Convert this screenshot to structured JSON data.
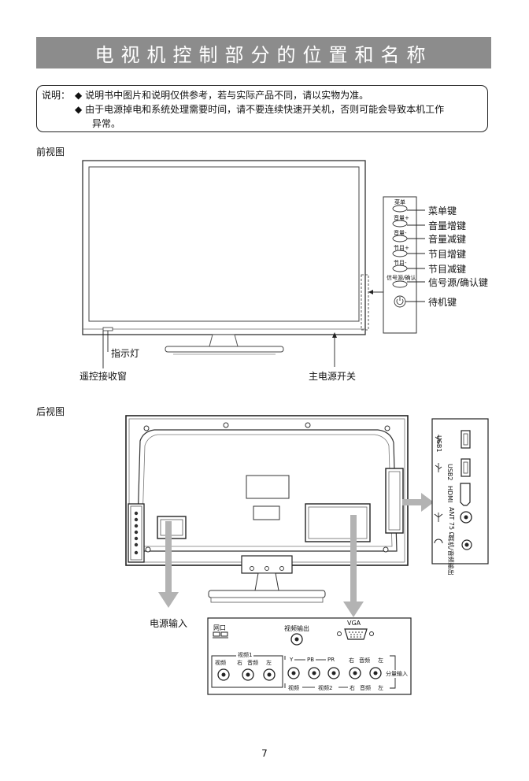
{
  "title": "电视机控制部分的位置和名称",
  "note": {
    "label": "说明：",
    "bullet": "◆",
    "item1": "说明书中图片和说明仅供参考，若与实际产品不同，请以实物为准。",
    "item2_line1": "由于电源掉电和系统处理需要时间，请不要连续快速开关机，否则可能会导致本机工作",
    "item2_line2": "异常。"
  },
  "front": {
    "heading": "前视图",
    "panel_small_labels": [
      "菜单",
      "音量+",
      "音量-",
      "节目+",
      "节目-",
      "信号源/确认"
    ],
    "buttons": [
      "菜单键",
      "音量增键",
      "音量减键",
      "节目增键",
      "节目减键",
      "信号源/确认键",
      "待机键"
    ],
    "indicator": "指示灯",
    "remote_window": "遥控接收窗",
    "main_power": "主电源开关"
  },
  "rear": {
    "heading": "后视图",
    "power_input": "电源输入",
    "side_ports": [
      "USB1",
      "USB2",
      "HDMI",
      "ANT 75 Ω",
      "耳机/音频输出"
    ],
    "bottom_panel": {
      "network": "网口",
      "video_out": "视频输出",
      "vga": "VGA",
      "video1": "视频1",
      "video": "视频",
      "right": "右",
      "audio": "音频",
      "left": "左",
      "y": "Y",
      "pb": "PB",
      "pr": "PR",
      "video2": "视频2",
      "component_in": "分量输入"
    }
  },
  "page_number": "7"
}
